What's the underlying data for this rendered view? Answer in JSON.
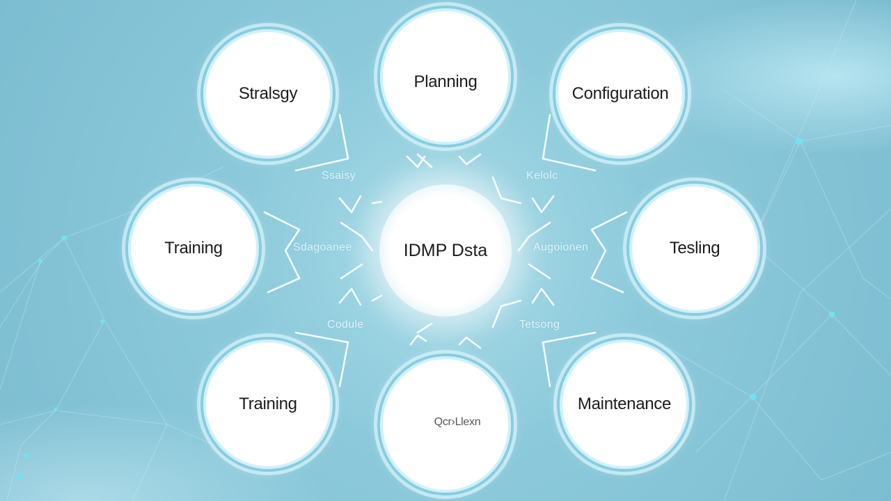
{
  "diagram": {
    "center": {
      "label": "IDMP Dsta"
    },
    "nodes": [
      {
        "id": "strategy",
        "label": "Stralsgy"
      },
      {
        "id": "planning",
        "label": "Planning"
      },
      {
        "id": "configuration",
        "label": "Configuration"
      },
      {
        "id": "training-left",
        "label": "Training"
      },
      {
        "id": "testing",
        "label": "Tesling"
      },
      {
        "id": "training-bottom",
        "label": "Training"
      },
      {
        "id": "bottom",
        "label": "Qcr›Llexn"
      },
      {
        "id": "maintenance",
        "label": "Maintenance"
      }
    ],
    "connector_labels": [
      {
        "id": "top-left",
        "label": "Ssaisy"
      },
      {
        "id": "top-right",
        "label": "Kelolc"
      },
      {
        "id": "left",
        "label": "Sdagoanee"
      },
      {
        "id": "right",
        "label": "Augoionen"
      },
      {
        "id": "bottom-left",
        "label": "Codule"
      },
      {
        "id": "bottom-right",
        "label": "Tetsong"
      }
    ]
  },
  "colors": {
    "background": "#84c4d6",
    "node_fill": "#ffffff",
    "node_ring": "#cdf0fa",
    "connector": "#eefaff",
    "network_line": "#b6e6f0",
    "network_dot": "#6fe3ef"
  }
}
